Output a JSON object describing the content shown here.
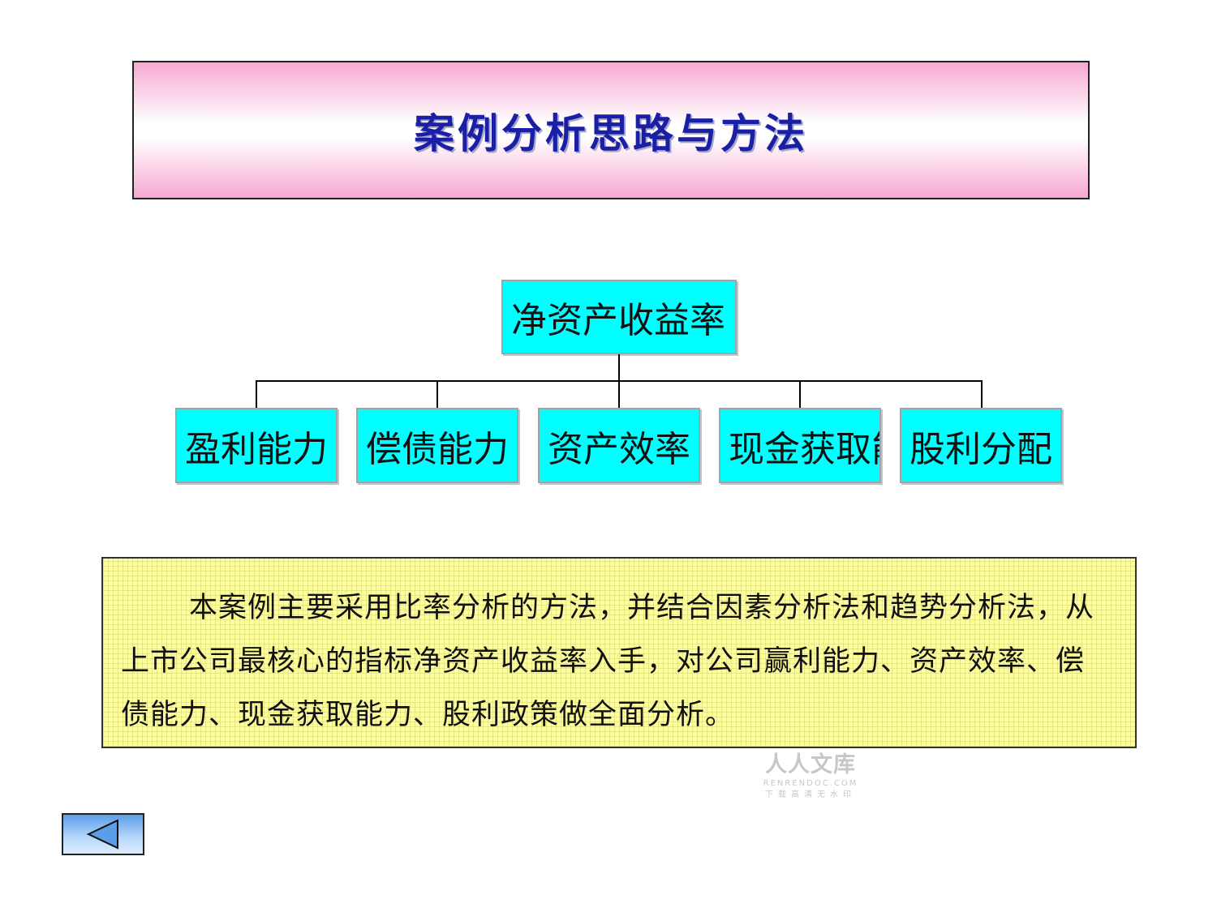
{
  "title": "案例分析思路与方法",
  "diagram": {
    "root": "净资产收益率",
    "children": [
      "盈利能力",
      "偿债能力",
      "资产效率",
      "现金获取能力",
      "股利分配"
    ]
  },
  "note": "本案例主要采用比率分析的方法，并结合因素分析法和趋势分析法，从上市公司最核心的指标净资产收益率入手，对公司赢利能力、资产效率、偿债能力、现金获取能力、股利政策做全面分析。",
  "watermark": {
    "brand": "人人文库",
    "url": "RENRENDOC.COM",
    "tagline": "下载高清无水印"
  },
  "nav": {
    "back_icon": "triangle-left-icon"
  },
  "colors": {
    "title_text": "#1a1fa6",
    "node_fill": "#00ffff",
    "note_fill": "#ffff99",
    "title_gradient_edge": "#f6a8d2"
  }
}
